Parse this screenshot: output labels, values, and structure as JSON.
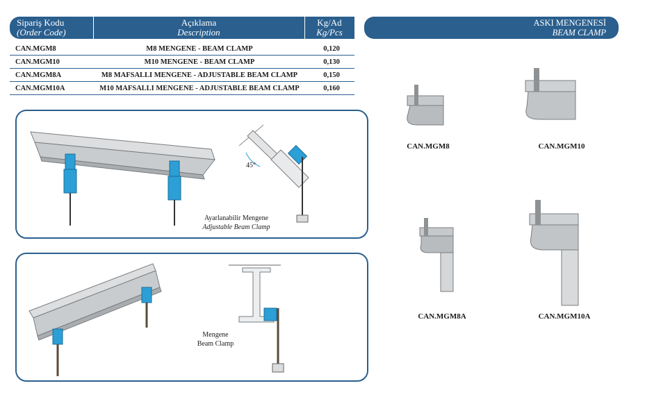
{
  "left_header": {
    "col1": "Sipariş Kodu",
    "col1_en": "(Order Code)",
    "col2": "Açıklama",
    "col2_en": "Description",
    "col3": "Kg/Ad",
    "col3_en": "Kg/Pcs"
  },
  "rows": [
    {
      "code": "CAN.MGM8",
      "desc": "M8 MENGENE - BEAM CLAMP",
      "kg": "0,120"
    },
    {
      "code": "CAN.MGM10",
      "desc": "M10 MENGENE - BEAM CLAMP",
      "kg": "0,130"
    },
    {
      "code": "CAN.MGM8A",
      "desc": "M8 MAFSALLI MENGENE -  ADJUSTABLE BEAM CLAMP",
      "kg": "0,150"
    },
    {
      "code": "CAN.MGM10A",
      "desc": "M10 MAFSALLI MENGENE -  ADJUSTABLE BEAM CLAMP",
      "kg": "0,160"
    }
  ],
  "right_header": {
    "title": "ASKI MENGENESİ",
    "subtitle": "BEAM CLAMP"
  },
  "panel1": {
    "angle": "45°",
    "caption": "Ayarlanabilir Mengene",
    "caption_en": "Adjustable Beam Clamp"
  },
  "panel2": {
    "caption": "Mengene",
    "caption_en": "Beam Clamp"
  },
  "products": [
    {
      "label": "CAN.MGM8"
    },
    {
      "label": "CAN.MGM10"
    },
    {
      "label": "CAN.MGM8A"
    },
    {
      "label": "CAN.MGM10A"
    }
  ],
  "colors": {
    "brand_blue": "#2a5f8e",
    "clamp_blue": "#2c9fd6",
    "steel_grey": "#b9bcbf"
  }
}
